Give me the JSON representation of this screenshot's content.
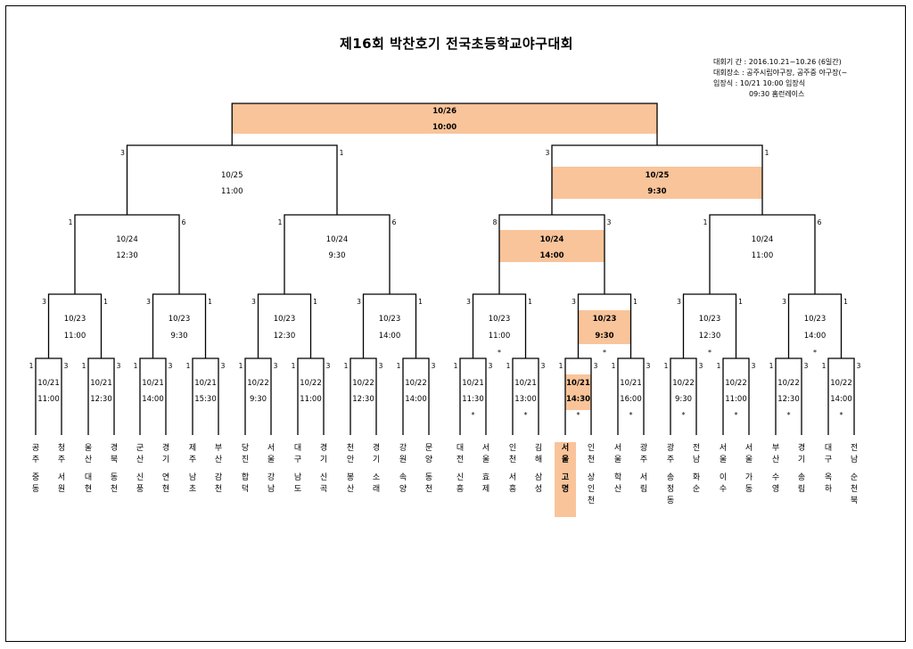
{
  "title": "제16회 박찬호기 전국초등학교야구대회",
  "info": {
    "period": "대회기 간 : 2016.10.21~10.26 (6일간)",
    "venue": "대회장소 : 공주시립야구장, 공주중 야구장(~",
    "opening": "입장식 : 10/21 10:00 입장식",
    "opening2": "09:30 홈런레이스"
  },
  "colors": {
    "highlight": "#f9c49a",
    "line": "#000000"
  },
  "final": {
    "date": "10/26",
    "time": "10:00"
  },
  "semifinals": [
    {
      "date": "10/25",
      "time": "11:00",
      "score_left": "3",
      "score_right": "1"
    },
    {
      "date": "10/25",
      "time": "9:30",
      "score_left": "3",
      "score_right": "1"
    }
  ],
  "quarterfinals": [
    {
      "date": "10/24",
      "time": "12:30",
      "score_left": "1",
      "score_right": "6"
    },
    {
      "date": "10/24",
      "time": "9:30",
      "score_left": "1",
      "score_right": "6"
    },
    {
      "date": "10/24",
      "time": "14:00",
      "score_left": "8",
      "score_right": "3"
    },
    {
      "date": "10/24",
      "time": "11:00",
      "score_left": "1",
      "score_right": "6"
    }
  ],
  "round16": [
    {
      "date": "10/23",
      "time": "11:00",
      "score_left": "3",
      "score_right": "1",
      "star": ""
    },
    {
      "date": "10/23",
      "time": "9:30",
      "score_left": "3",
      "score_right": "1",
      "star": ""
    },
    {
      "date": "10/23",
      "time": "12:30",
      "score_left": "3",
      "score_right": "1",
      "star": ""
    },
    {
      "date": "10/23",
      "time": "14:00",
      "score_left": "3",
      "score_right": "1",
      "star": ""
    },
    {
      "date": "10/23",
      "time": "11:00",
      "score_left": "3",
      "score_right": "1",
      "star": "*"
    },
    {
      "date": "10/23",
      "time": "9:30",
      "score_left": "3",
      "score_right": "1",
      "star": "*"
    },
    {
      "date": "10/23",
      "time": "12:30",
      "score_left": "3",
      "score_right": "1",
      "star": "*"
    },
    {
      "date": "10/23",
      "time": "14:00",
      "score_left": "3",
      "score_right": "1",
      "star": "*"
    }
  ],
  "round32": [
    {
      "date": "10/21",
      "time": "11:00",
      "score_left": "1",
      "score_right": "3",
      "star": ""
    },
    {
      "date": "10/21",
      "time": "12:30",
      "score_left": "1",
      "score_right": "3",
      "star": ""
    },
    {
      "date": "10/21",
      "time": "14:00",
      "score_left": "1",
      "score_right": "3",
      "star": ""
    },
    {
      "date": "10/21",
      "time": "15:30",
      "score_left": "1",
      "score_right": "3",
      "star": ""
    },
    {
      "date": "10/22",
      "time": "9:30",
      "score_left": "1",
      "score_right": "3",
      "star": ""
    },
    {
      "date": "10/22",
      "time": "11:00",
      "score_left": "1",
      "score_right": "3",
      "star": ""
    },
    {
      "date": "10/22",
      "time": "12:30",
      "score_left": "1",
      "score_right": "3",
      "star": ""
    },
    {
      "date": "10/22",
      "time": "14:00",
      "score_left": "1",
      "score_right": "3",
      "star": ""
    },
    {
      "date": "10/21",
      "time": "11:30",
      "score_left": "1",
      "score_right": "3",
      "star": "*"
    },
    {
      "date": "10/21",
      "time": "13:00",
      "score_left": "1",
      "score_right": "3",
      "star": "*"
    },
    {
      "date": "10/21",
      "time": "14:30",
      "score_left": "1",
      "score_right": "3",
      "star": "*"
    },
    {
      "date": "10/21",
      "time": "16:00",
      "score_left": "1",
      "score_right": "3",
      "star": "*"
    },
    {
      "date": "10/22",
      "time": "9:30",
      "score_left": "1",
      "score_right": "3",
      "star": "*"
    },
    {
      "date": "10/22",
      "time": "11:00",
      "score_left": "1",
      "score_right": "3",
      "star": "*"
    },
    {
      "date": "10/22",
      "time": "12:30",
      "score_left": "1",
      "score_right": "3",
      "star": "*"
    },
    {
      "date": "10/22",
      "time": "14:00",
      "score_left": "1",
      "score_right": "3",
      "star": "*"
    }
  ],
  "teams": [
    {
      "region": "공주",
      "school": "중동"
    },
    {
      "region": "청주",
      "school": "서원"
    },
    {
      "region": "울산",
      "school": "대현"
    },
    {
      "region": "경북",
      "school": "동천"
    },
    {
      "region": "군산",
      "school": "신풍"
    },
    {
      "region": "경기",
      "school": "연현"
    },
    {
      "region": "제주",
      "school": "남초"
    },
    {
      "region": "부산",
      "school": "감천"
    },
    {
      "region": "당진",
      "school": "합덕"
    },
    {
      "region": "서울",
      "school": "강남"
    },
    {
      "region": "대구",
      "school": "남도"
    },
    {
      "region": "경기",
      "school": "신곡"
    },
    {
      "region": "천안",
      "school": "봉산"
    },
    {
      "region": "경기",
      "school": "소래"
    },
    {
      "region": "강원",
      "school": "속양"
    },
    {
      "region": "문양",
      "school": "동천"
    },
    {
      "region": "대전",
      "school": "신흥"
    },
    {
      "region": "서울",
      "school": "효제"
    },
    {
      "region": "인천",
      "school": "서흥"
    },
    {
      "region": "김해",
      "school": "삼성"
    },
    {
      "region": "서울",
      "school": "고명"
    },
    {
      "region": "인천",
      "school": "상인천"
    },
    {
      "region": "서울",
      "school": "학산"
    },
    {
      "region": "광주",
      "school": "서림"
    },
    {
      "region": "광주",
      "school": "송정동"
    },
    {
      "region": "전남",
      "school": "화순"
    },
    {
      "region": "서울",
      "school": "이수"
    },
    {
      "region": "서울",
      "school": "가동"
    },
    {
      "region": "부산",
      "school": "수영"
    },
    {
      "region": "경기",
      "school": "송림"
    },
    {
      "region": "대구",
      "school": "옥하"
    },
    {
      "region": "전남",
      "school": "순천북"
    }
  ]
}
